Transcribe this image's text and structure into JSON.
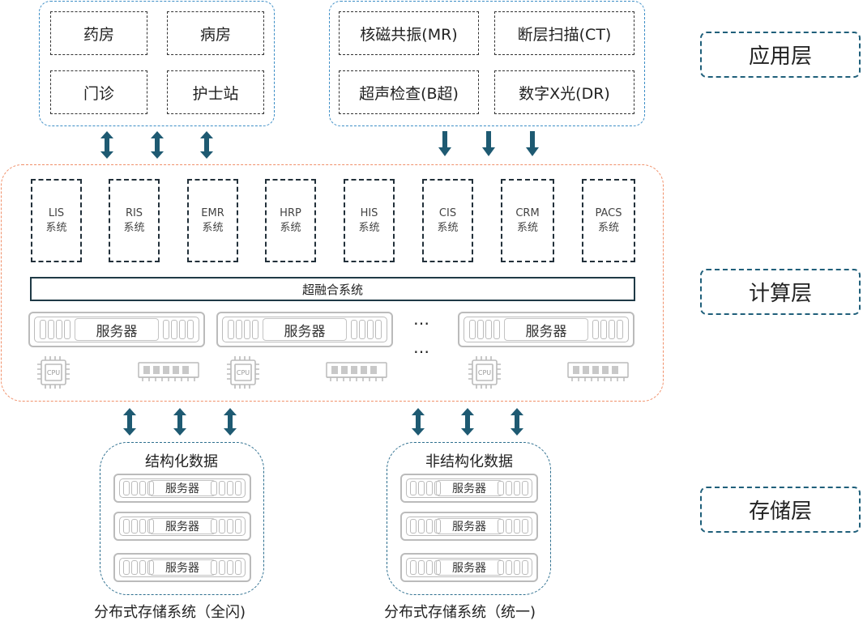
{
  "layers": [
    "应用层",
    "计算层",
    "存储层"
  ],
  "app_left": [
    "药房",
    "病房",
    "门诊",
    "护士站"
  ],
  "app_right": [
    "核磁共振(MR)",
    "断层扫描(CT)",
    "超声检查(B超)",
    "数字X光(DR)"
  ],
  "systems": [
    {
      "name": "LIS",
      "suffix": "系统"
    },
    {
      "name": "RIS",
      "suffix": "系统"
    },
    {
      "name": "EMR",
      "suffix": "系统"
    },
    {
      "name": "HRP",
      "suffix": "系统"
    },
    {
      "name": "HIS",
      "suffix": "系统"
    },
    {
      "name": "CIS",
      "suffix": "系统"
    },
    {
      "name": "CRM",
      "suffix": "系统"
    },
    {
      "name": "PACS",
      "suffix": "系统"
    }
  ],
  "hyper_bar": "超融合系统",
  "server_label": "服务器",
  "ellipsis": [
    "…",
    "…"
  ],
  "cpu_label": "CPU",
  "storage": {
    "left_title": "结构化数据",
    "right_title": "非结构化数据",
    "left_caption": "分布式存储系统（全闪)",
    "right_caption": "分布式存储系统（统一)"
  },
  "colors": {
    "arrow": "#1e5a72",
    "app_group_border": "#3d8ec6",
    "compute_group_border": "#f0906a",
    "layer_label_border": "#1f5f7a"
  }
}
